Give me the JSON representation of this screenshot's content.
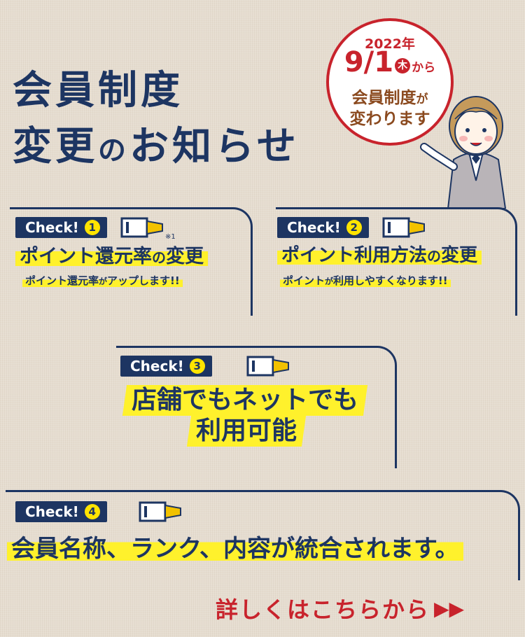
{
  "title": {
    "line1": "会員制度",
    "line2_a": "変更",
    "line2_no": "の",
    "line2_b": "お知らせ"
  },
  "badge": {
    "year": "2022年",
    "date_main": "9/",
    "date_day": "1",
    "weekday": "木",
    "kara": "から",
    "line3_main": "会員制度",
    "line3_small": "が",
    "line4": "変わります"
  },
  "cards": [
    {
      "check_label": "Check!",
      "number": "1",
      "headline_a": "ポイント還元率",
      "headline_no": "の",
      "headline_b": "変更",
      "footnote": "※1",
      "sub_a": "ポイント還元率",
      "sub_ga": "が",
      "sub_b": "アップします!!"
    },
    {
      "check_label": "Check!",
      "number": "2",
      "headline_a": "ポイント利用方法",
      "headline_no": "の",
      "headline_b": "変更",
      "sub_a": "ポイント",
      "sub_ga": "が",
      "sub_b": "利用しやすくなります!!"
    },
    {
      "check_label": "Check!",
      "number": "3",
      "line1": "店舗でもネットでも",
      "line2": "利用可能"
    },
    {
      "check_label": "Check!",
      "number": "4",
      "headline": "会員名称、ランク、内容が統合されます。"
    }
  ],
  "link": {
    "label": "詳しくはこちらから",
    "arrows": "▶▶"
  },
  "colors": {
    "navy": "#1d3562",
    "yellow": "#fff12c",
    "red": "#c8232c",
    "brown": "#8b4a1f"
  }
}
